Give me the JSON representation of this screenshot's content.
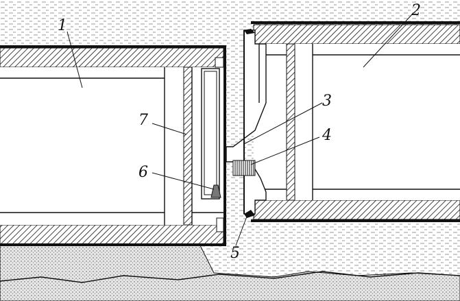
{
  "figure": {
    "labels": [
      {
        "id": "1",
        "text": "1"
      },
      {
        "id": "2",
        "text": "2"
      },
      {
        "id": "3",
        "text": "3"
      },
      {
        "id": "4",
        "text": "4"
      },
      {
        "id": "5",
        "text": "5"
      },
      {
        "id": "6",
        "text": "6"
      },
      {
        "id": "7",
        "text": "7"
      }
    ]
  },
  "colors": {
    "ink": "#111111",
    "water_dash": "#9a9a9a",
    "seabed": "#bdbdbd"
  }
}
